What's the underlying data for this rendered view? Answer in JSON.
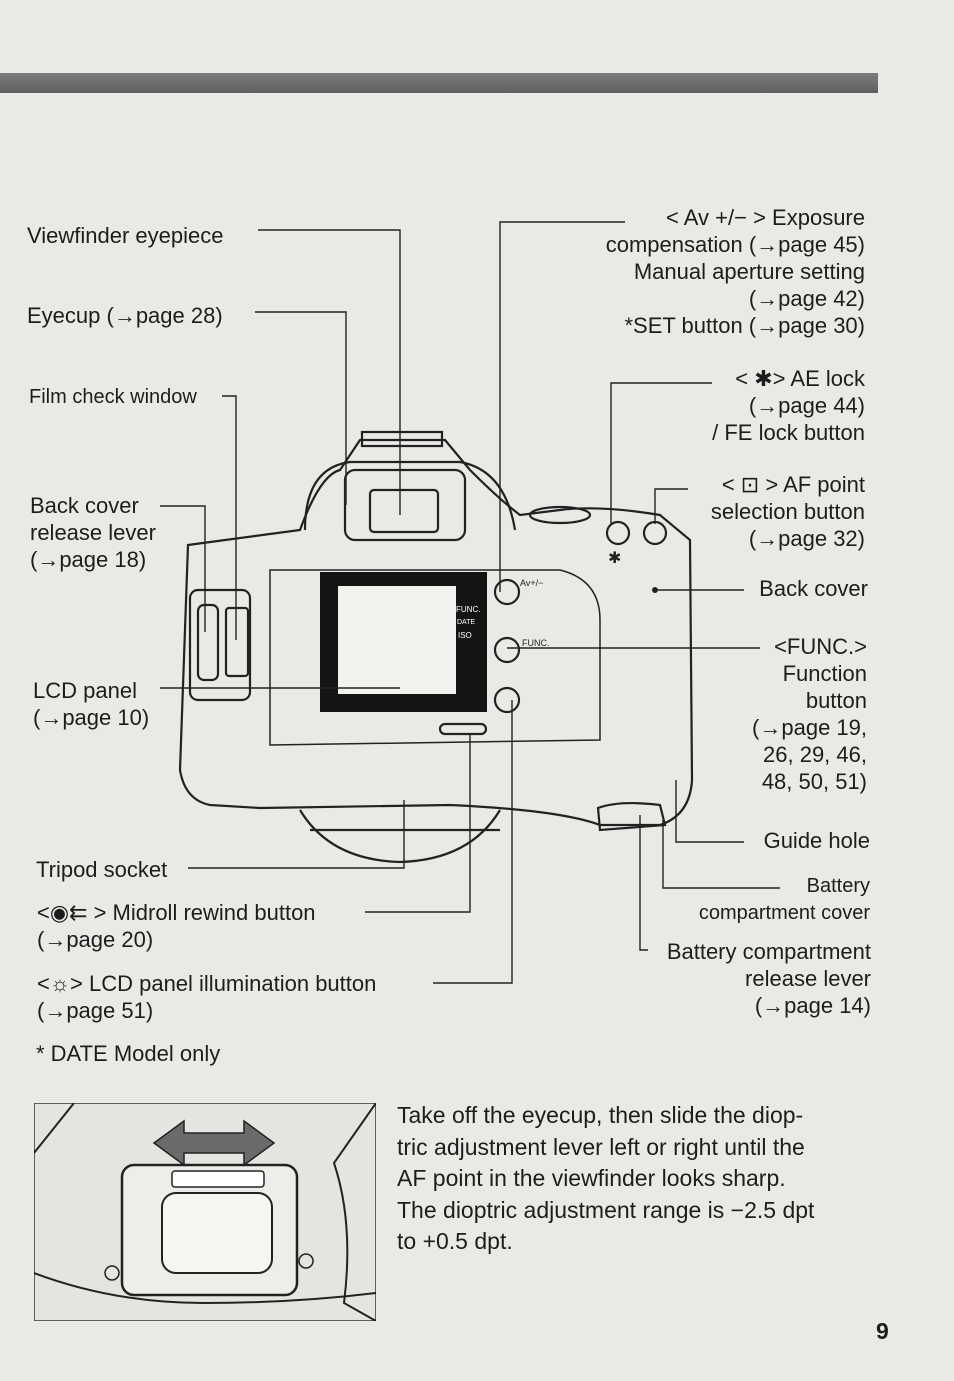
{
  "labels": {
    "viewfinder_eyepiece": "Viewfinder eyepiece",
    "eyecup": "Eyecup (→page 28)",
    "film_check_window": "Film check window",
    "back_cover_release": "Back cover\nrelease lever\n(→page 18)",
    "lcd_panel": "LCD panel\n(→page 10)",
    "tripod_socket": "Tripod socket",
    "midroll_rewind": "<◉⇇ > Midroll rewind button\n(→page 20)",
    "lcd_illumination": "<☼> LCD panel illumination button\n(→page 51)",
    "date_note": "* DATE Model only",
    "exposure_comp": "< Av +/− > Exposure\ncompensation (→page 45)\nManual aperture setting\n(→page 42)\n*SET button (→page 30)",
    "ae_lock": "< ✱> AE lock\n(→page 44)\n/ FE lock button",
    "af_point": "< ⊡ > AF point\nselection button\n(→page 32)",
    "back_cover": "Back cover",
    "func_button": "<FUNC.>\nFunction\nbutton\n(→page 19,\n26, 29, 46,\n48, 50, 51)",
    "guide_hole": "Guide hole",
    "battery_cover": "Battery\ncompartment cover",
    "battery_release": "Battery compartment\nrelease lever\n(→page 14)"
  },
  "camera_markings": {
    "av": "Av+/−",
    "func": "FUNC.",
    "func_small": "FUNC.",
    "date": "DATE",
    "iso": "ISO",
    "star": "✱"
  },
  "instructions": "Take off the eyecup, then slide the diop-\ntric adjustment lever left or right until the\nAF point in the viewfinder looks sharp.\nThe dioptric adjustment range is −2.5 dpt\nto +0.5 dpt.",
  "page_number": "9"
}
